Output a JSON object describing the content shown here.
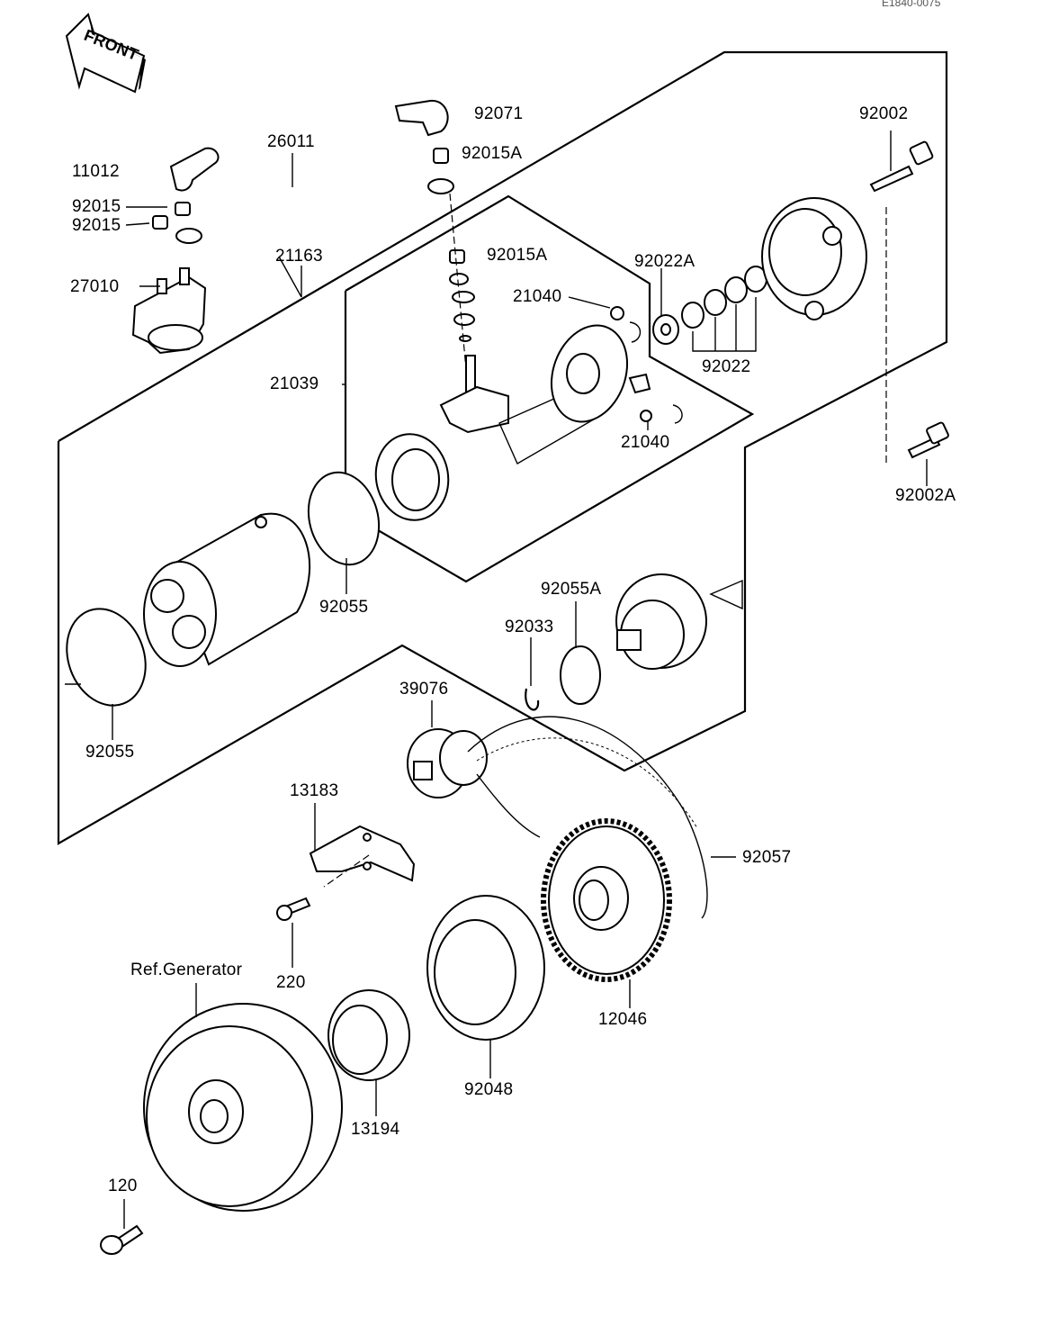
{
  "diagram_code": "E1840-0075",
  "front_label": "FRONT",
  "ref_label": "Ref.Generator",
  "part_labels": {
    "p92071": "92071",
    "p92015A_top": "92015A",
    "p26011": "26011",
    "p11012": "11012",
    "p92015_a": "92015",
    "p92015_b": "92015",
    "p21163": "21163",
    "p92015A_mid": "92015A",
    "p27010": "27010",
    "p21040_top": "21040",
    "p92022A": "92022A",
    "p92002": "92002",
    "p21039": "21039",
    "p92022": "92022",
    "p21040_bot": "21040",
    "p92002A": "92002A",
    "p92055_mid": "92055",
    "p92055A": "92055A",
    "p92033": "92033",
    "p92055_left": "92055",
    "p39076": "39076",
    "p13183": "13183",
    "p92057": "92057",
    "p220": "220",
    "p12046": "12046",
    "p92048": "92048",
    "p13194": "13194",
    "p120": "120"
  }
}
